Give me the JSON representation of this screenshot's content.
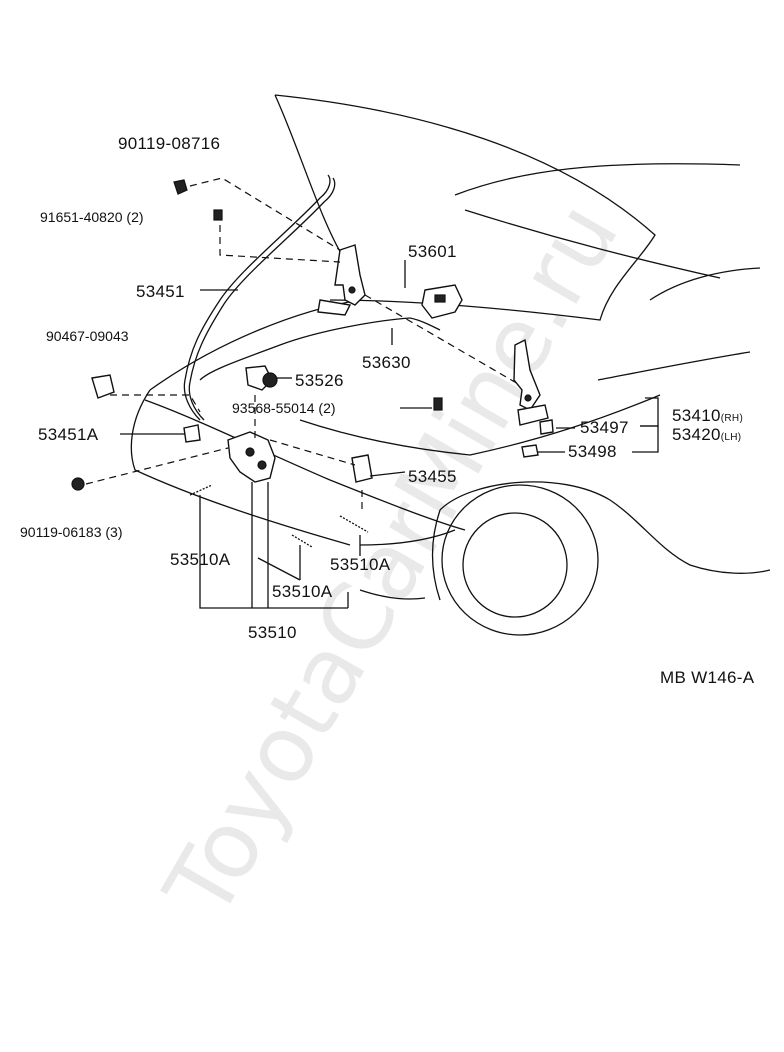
{
  "watermark": "ToyotaCarMine.ru",
  "diagram_code": "MB W146-A",
  "labels": {
    "p90119_08716": "90119-08716",
    "p91651_40820": "91651-40820 (2)",
    "p53451": "53451",
    "p53601": "53601",
    "p90467_09043": "90467-09043",
    "p53630": "53630",
    "p53526": "53526",
    "p93568_55014": "93568-55014 (2)",
    "p53451A": "53451A",
    "p53410": "53410",
    "p53410_side": "(RH)",
    "p53420": "53420",
    "p53420_side": "(LH)",
    "p53497": "53497",
    "p53498": "53498",
    "p53455": "53455",
    "p90119_06183": "90119-06183 (3)",
    "p53510A_1": "53510A",
    "p53510A_2": "53510A",
    "p53510A_3": "53510A",
    "p53510": "53510"
  }
}
